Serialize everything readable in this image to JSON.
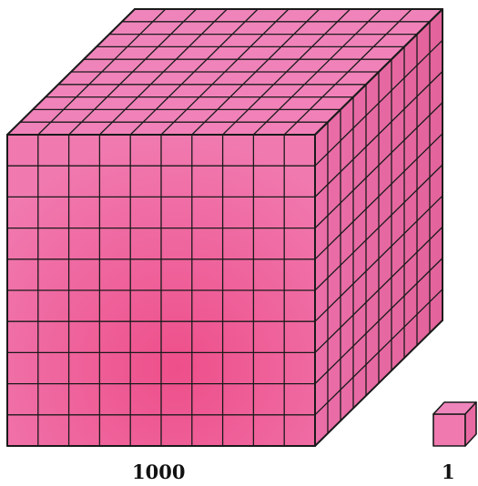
{
  "figure": {
    "large_cube": {
      "label": "1000",
      "units_per_edge": 10
    },
    "small_cube": {
      "label": "1",
      "units_per_edge": 1
    },
    "colors": {
      "front_face": "#f07ab0",
      "top_face": "#ee86bc",
      "side_face": "#e86aa2",
      "grid_line": "#1a1a1a"
    }
  }
}
